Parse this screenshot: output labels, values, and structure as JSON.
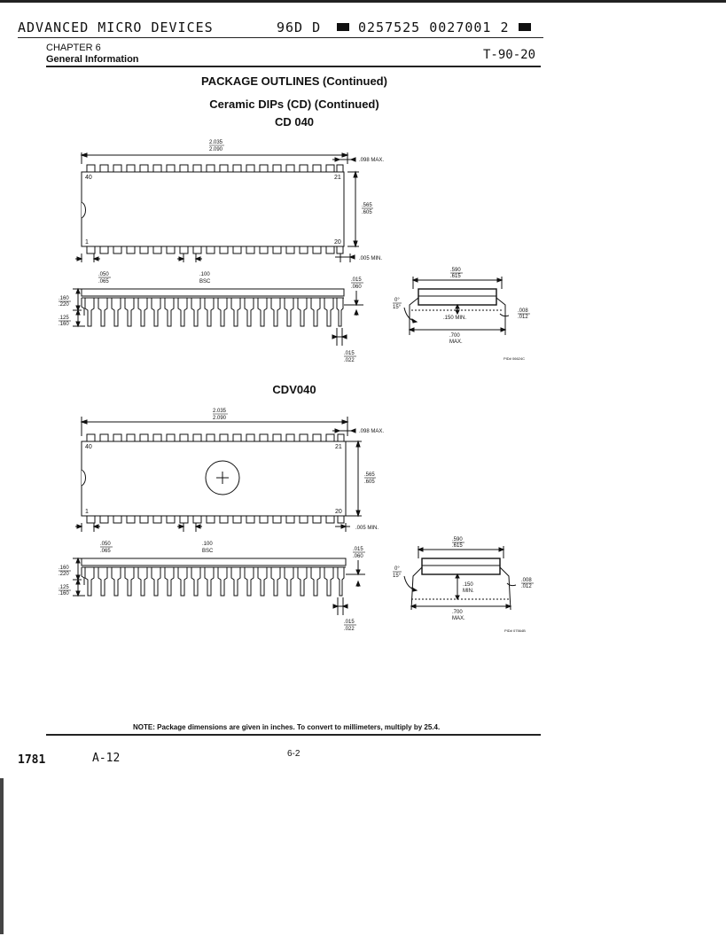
{
  "header": {
    "company": "ADVANCED MICRO DEVICES",
    "code": "96D D",
    "barcode": "0257525 0027001 2",
    "chapter": "CHAPTER 6",
    "section": "General Information",
    "doc_ref": "T-90-20"
  },
  "titles": {
    "main": "PACKAGE OUTLINES (Continued)",
    "sub": "Ceramic DIPs (CD) (Continued)",
    "pkg1": "CD 040",
    "pkg2": "CDV040"
  },
  "dims": {
    "length_min": "2.035",
    "length_max": "2.090",
    "end_max": ".098 MAX.",
    "width_min": ".565",
    "width_max": ".605",
    "standoff_min": ".005 MIN.",
    "pitch_a": ".050",
    "pitch_b": ".065",
    "spacing": ".100",
    "bsc": "BSC",
    "lead_t_a": ".015",
    "lead_t_b": ".060",
    "body_h_a": ".160",
    "body_h_b": ".220",
    "lead_l_a": ".125",
    "lead_l_b": ".160",
    "lead_w_a": ".015",
    "lead_w_b": ".022",
    "end_w_a": ".590",
    "end_w_b": ".615",
    "angle_a": "0°",
    "angle_b": "15°",
    "seat_min": ".150 MIN.",
    "seat_val": ".150",
    "min_label": "MIN.",
    "thick_a": ".008",
    "thick_b": ".012",
    "span": ".700",
    "span_max": "MAX.",
    "pin_40": "40",
    "pin_21": "21",
    "pin_1": "1",
    "pin_20": "20"
  },
  "fig_ids": {
    "cd040": "PID# 06624C",
    "cdv040": "PID# 07564B"
  },
  "note": "NOTE: Package dimensions are given in inches. To convert to millimeters, multiply by 25.4.",
  "footer": {
    "left1": "1781",
    "left2": "A-12",
    "page": "6-2"
  }
}
